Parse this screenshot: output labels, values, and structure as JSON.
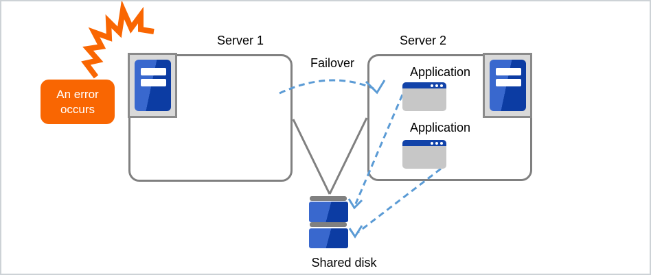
{
  "error_badge": {
    "label": "An error occurs"
  },
  "server1": {
    "label": "Server 1"
  },
  "server2": {
    "label": "Server 2",
    "applications": [
      "Application",
      "Application"
    ]
  },
  "failover": {
    "label": "Failover"
  },
  "shared_disk": {
    "label": "Shared disk"
  },
  "colors": {
    "accent_orange": "#f96602",
    "connector_gray": "#808080",
    "dashed_arrow_blue": "#5b9bd5",
    "server_blue_light": "#3968ce",
    "server_blue_dark": "#0c3ca3",
    "window_titlebar_blue": "#1243a9",
    "window_body_gray": "#c7c7c7",
    "icon_background_gray": "#d9d9d9"
  }
}
